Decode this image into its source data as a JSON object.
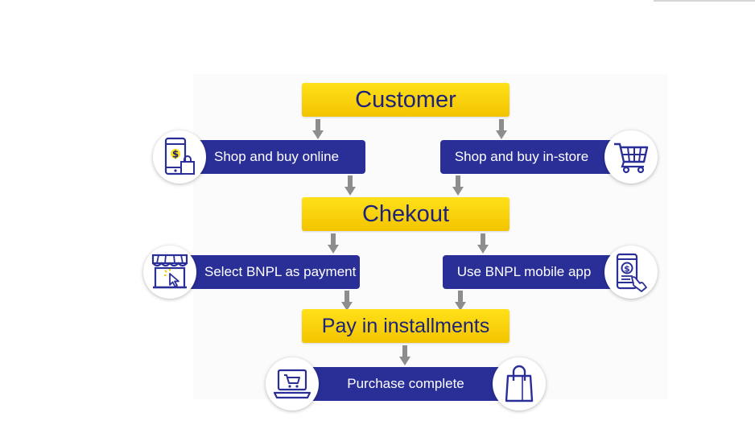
{
  "customer": {
    "label": "Customer"
  },
  "shop_online": {
    "label": "Shop and buy online",
    "icon": "phone-shopping-icon"
  },
  "shop_instore": {
    "label": "Shop and buy in-store",
    "icon": "shopping-cart-icon"
  },
  "checkout": {
    "label": "Chekout"
  },
  "select_bnpl": {
    "label": "Select BNPL as payment",
    "icon": "storefront-click-icon"
  },
  "mobile_app": {
    "label": "Use BNPL mobile app",
    "icon": "phone-pay-icon"
  },
  "installments": {
    "label": "Pay in installments"
  },
  "purchase_complete": {
    "label": "Purchase complete",
    "icons": [
      "laptop-cart-icon",
      "shopping-bag-icon"
    ]
  },
  "colors": {
    "yellow": "#f5c800",
    "blue": "#2a2f98",
    "navy_text": "#1e237a",
    "arrow": "#8d8d8d",
    "icon_stroke": "#2a2f98"
  }
}
